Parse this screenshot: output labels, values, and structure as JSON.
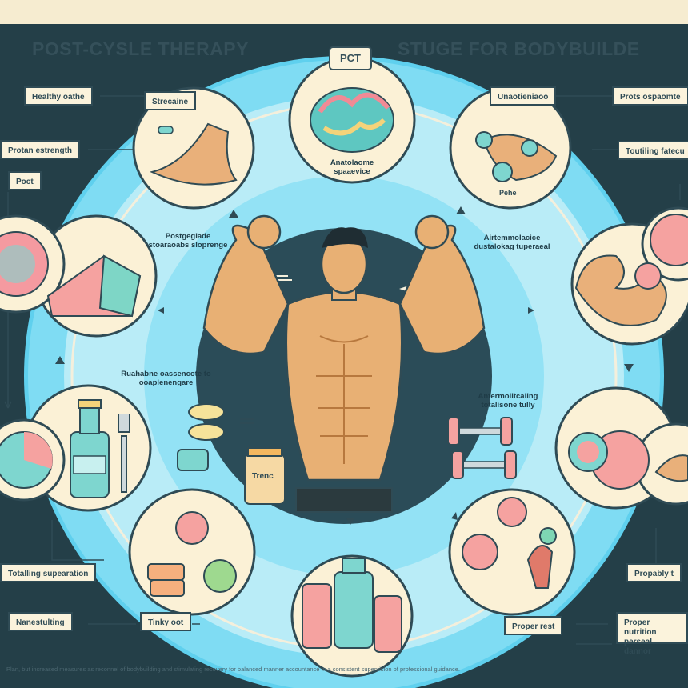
{
  "header": {
    "title_left": "POST-CYSLE THERAPY",
    "badge": "PCT",
    "title_right": "STUGE FOR BODYBUILDE"
  },
  "labels": {
    "healthy_oath": "Healthy oathe",
    "strecaine": "Strecaine",
    "protan_estrength": "Protan estrength",
    "poct": "Poct",
    "unreadable_top": "Unaotieniaoo",
    "prots_ospaomte": "Prots ospaomte",
    "toutiling": "Toutiling fatecu",
    "totalling_supearation": "Totalling supearation",
    "nanestuiting": "Nanestulting",
    "tinky_oot": "Tinky oot",
    "propably": "Propably t",
    "proper_rest": "Proper rest",
    "proper_nutrition": "Proper nutrition perseal dannor"
  },
  "circle_text": {
    "brain": "Anatolaome spaaevice",
    "brain_sub": "Pehe",
    "left_mid": "Postgegiade stoaraoabs sloprenge",
    "right_mid": "Airtemmolacice dustalokag tuperaeal",
    "left_low": "Ruahabne oassencote to ooaplenengare",
    "right_low": "Antermolitcaling totalisone tully",
    "jar": "Trenc"
  },
  "footer": "Plan, but increased measures as reconnel of bodybuilding and stimulating recovery for balanced manner accountance in a consistent supervision of professional guidance."
}
